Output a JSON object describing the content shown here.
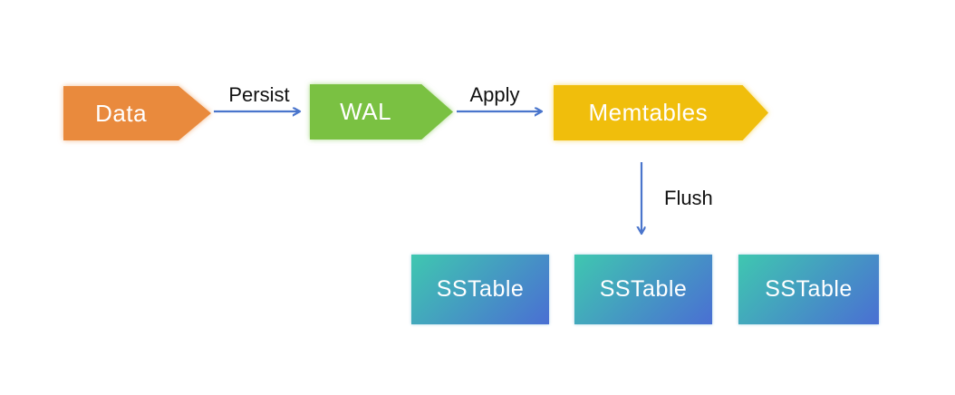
{
  "diagram": {
    "nodes": [
      {
        "id": "data",
        "label": "Data",
        "shape": "arrow-pentagon",
        "color": "#E98A3D"
      },
      {
        "id": "wal",
        "label": "WAL",
        "shape": "arrow-pentagon",
        "color": "#7AC142"
      },
      {
        "id": "memtables",
        "label": "Memtables",
        "shape": "arrow-pentagon",
        "color": "#F0BE0C"
      },
      {
        "id": "sstable-1",
        "label": "SSTable",
        "shape": "rect",
        "gradient": [
          "#3FC7B0",
          "#4A6FD3"
        ]
      },
      {
        "id": "sstable-2",
        "label": "SSTable",
        "shape": "rect",
        "gradient": [
          "#3FC7B0",
          "#4A6FD3"
        ]
      },
      {
        "id": "sstable-3",
        "label": "SSTable",
        "shape": "rect",
        "gradient": [
          "#3FC7B0",
          "#4A6FD3"
        ]
      }
    ],
    "edges": [
      {
        "id": "persist",
        "label": "Persist",
        "from": "data",
        "to": "wal",
        "direction": "right"
      },
      {
        "id": "apply",
        "label": "Apply",
        "from": "wal",
        "to": "memtables",
        "direction": "right"
      },
      {
        "id": "flush",
        "label": "Flush",
        "from": "memtables",
        "to": "sstable-2",
        "direction": "down"
      }
    ],
    "colors": {
      "arrow": "#4A75CC",
      "node_text": "#FFFFFF",
      "edge_label_text": "#111111",
      "background": "#FFFFFF"
    }
  }
}
